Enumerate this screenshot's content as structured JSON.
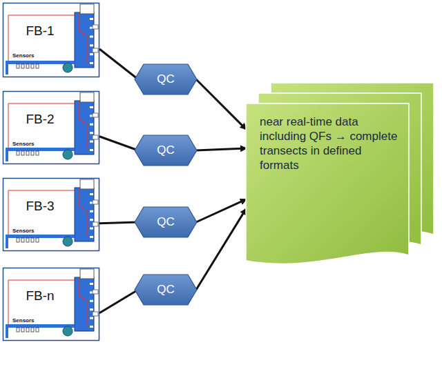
{
  "diagram": {
    "nodes": [
      {
        "text": [
          "FB-1",
          "Sensors"
        ]
      },
      {
        "text": [
          "QC"
        ]
      },
      {
        "text": [
          "FB-2",
          "Sensors"
        ]
      },
      {
        "text": [
          "QC"
        ]
      },
      {
        "text": [
          "FB-3",
          "Sensors"
        ]
      },
      {
        "text": [
          "QC"
        ]
      },
      {
        "text": [
          "FB-n",
          "Sensors"
        ]
      },
      {
        "text": [
          "QC"
        ]
      },
      {
        "text": [
          "near real-time data including QFs → complete transects in defined formats"
        ]
      }
    ],
    "edges": [
      {
        "from": 0,
        "to": 1,
        "arrow": "none"
      },
      {
        "from": 1,
        "to": 8,
        "arrow": "to"
      },
      {
        "from": 2,
        "to": 3,
        "arrow": "none"
      },
      {
        "from": 3,
        "to": 8,
        "arrow": "to"
      },
      {
        "from": 4,
        "to": 5,
        "arrow": "none"
      },
      {
        "from": 5,
        "to": 8,
        "arrow": "to"
      },
      {
        "from": 6,
        "to": 7,
        "arrow": "none"
      },
      {
        "from": 7,
        "to": 8,
        "arrow": "to"
      }
    ]
  }
}
